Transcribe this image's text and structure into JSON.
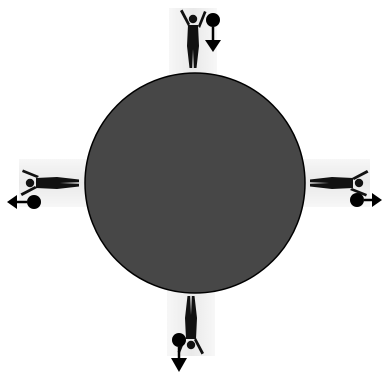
{
  "diagram": {
    "planet": {
      "fill": "#474747",
      "stroke": "#000000"
    },
    "figures": [
      {
        "side": "top",
        "gravity_direction": "down",
        "icon": "person-standing-icon"
      },
      {
        "side": "right",
        "gravity_direction": "right",
        "icon": "person-standing-icon"
      },
      {
        "side": "bottom",
        "gravity_direction": "down",
        "icon": "person-standing-icon"
      },
      {
        "side": "left",
        "gravity_direction": "left",
        "icon": "person-standing-icon"
      }
    ],
    "colors": {
      "silhouette": "#111111",
      "photo_background": "#efefef",
      "arrow": "#000000"
    }
  }
}
